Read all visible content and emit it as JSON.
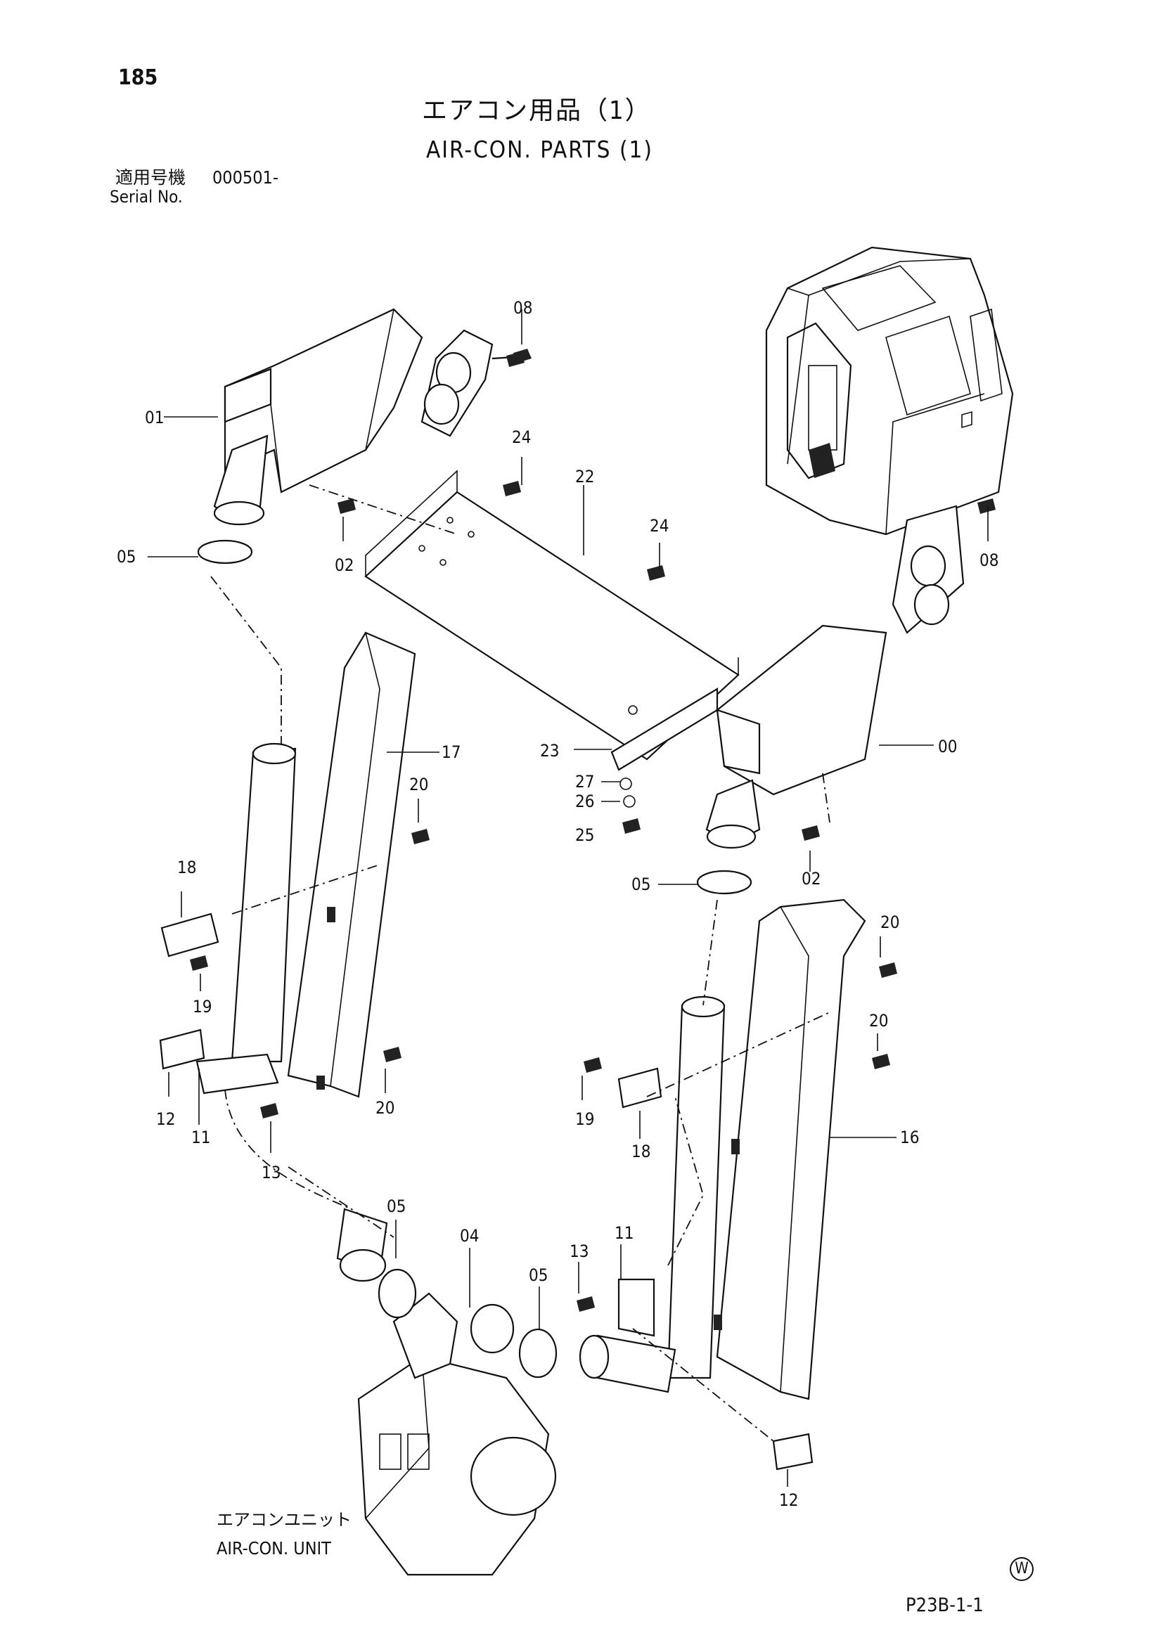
{
  "page_number": "185",
  "title_jp": "エアコン用品（1）",
  "title_en": "AIR-CON. PARTS (1)",
  "serial": {
    "label_jp": "適用号機",
    "value": "000501-",
    "label_en": "Serial No."
  },
  "unit": {
    "label_jp": "エアコンユニット",
    "label_en": "AIR-CON. UNIT"
  },
  "page_code": "P23B-1-1",
  "mark": "W",
  "callouts": [
    {
      "id": "c01",
      "text": "01"
    },
    {
      "id": "c08a",
      "text": "08"
    },
    {
      "id": "c24a",
      "text": "24"
    },
    {
      "id": "c22",
      "text": "22"
    },
    {
      "id": "c24b",
      "text": "24"
    },
    {
      "id": "c02a",
      "text": "02"
    },
    {
      "id": "c05a",
      "text": "05"
    },
    {
      "id": "c08b",
      "text": "08"
    },
    {
      "id": "c00",
      "text": "00"
    },
    {
      "id": "c17",
      "text": "17"
    },
    {
      "id": "c23",
      "text": "23"
    },
    {
      "id": "c27",
      "text": "27"
    },
    {
      "id": "c26",
      "text": "26"
    },
    {
      "id": "c25",
      "text": "25"
    },
    {
      "id": "c20a",
      "text": "20"
    },
    {
      "id": "c02b",
      "text": "02"
    },
    {
      "id": "c05b",
      "text": "05"
    },
    {
      "id": "c18a",
      "text": "18"
    },
    {
      "id": "c19a",
      "text": "19"
    },
    {
      "id": "c20b",
      "text": "20"
    },
    {
      "id": "c20c",
      "text": "20"
    },
    {
      "id": "c20d",
      "text": "20"
    },
    {
      "id": "c12a",
      "text": "12"
    },
    {
      "id": "c11a",
      "text": "11"
    },
    {
      "id": "c13a",
      "text": "13"
    },
    {
      "id": "c19b",
      "text": "19"
    },
    {
      "id": "c18b",
      "text": "18"
    },
    {
      "id": "c16",
      "text": "16"
    },
    {
      "id": "c05c",
      "text": "05"
    },
    {
      "id": "c04",
      "text": "04"
    },
    {
      "id": "c05d",
      "text": "05"
    },
    {
      "id": "c13b",
      "text": "13"
    },
    {
      "id": "c11b",
      "text": "11"
    },
    {
      "id": "c12b",
      "text": "12"
    }
  ]
}
